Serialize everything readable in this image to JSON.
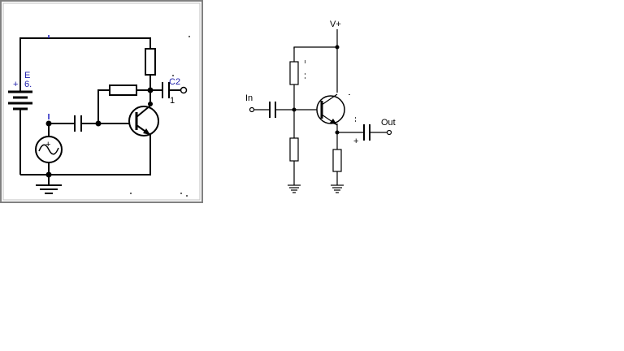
{
  "left_schematic": {
    "battery_label_sign": "+",
    "battery_label_line1": "E",
    "battery_label_line2": "6.",
    "source_label_sign": "+",
    "capacitor_c2_label": "C2",
    "capacitor_c2_pin": "1",
    "colors": {
      "frame": "#808080",
      "wire": "#000000",
      "label": "#1a1aa8",
      "tick": "#2020c0"
    }
  },
  "right_schematic": {
    "supply_label": "V+",
    "input_label": "In",
    "output_label": "Out",
    "output_cap_polarity": "+"
  }
}
